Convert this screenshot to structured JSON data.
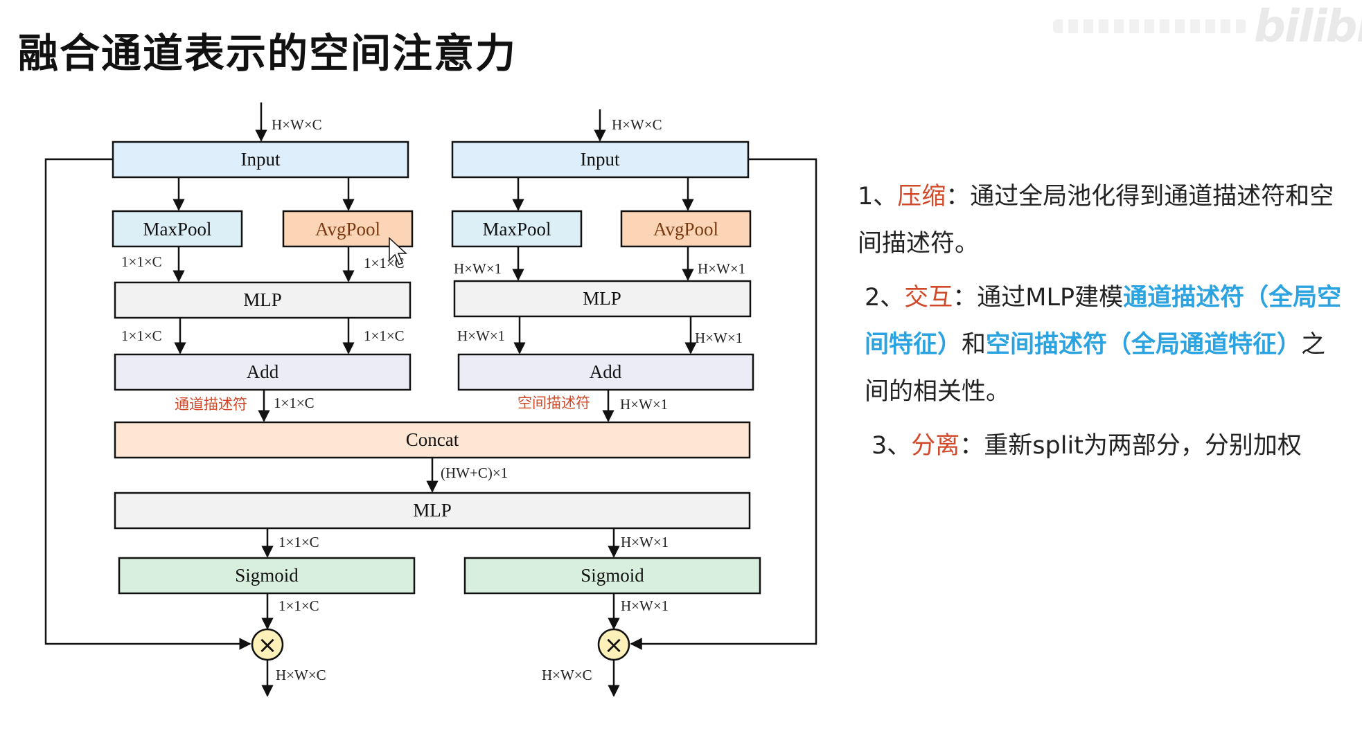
{
  "title": "融合通道表示的空间注意力",
  "watermark": "bilibili",
  "diagram": {
    "input_dim": "H×W×C",
    "input": "Input",
    "maxpool": "MaxPool",
    "avgpool": "AvgPool",
    "mlp": "MLP",
    "add": "Add",
    "concat": "Concat",
    "sigmoid": "Sigmoid",
    "dim_c": "1×1×C",
    "dim_s": "H×W×1",
    "dim_concat": "(HW+C)×1",
    "out_dim": "H×W×C",
    "channel_desc": "通道描述符",
    "spatial_desc": "空间描述符",
    "multiply_symbol": "×"
  },
  "colors": {
    "input": "#deeefb",
    "maxpool": "#dceff7",
    "avgpool": "#fbd5b5",
    "mlp": "#f2f2f2",
    "add": "#ececf6",
    "concat": "#fde6d4",
    "sigmoid": "#d8efde",
    "multiply": "#fdf0b8",
    "keyword": "#d04a2a",
    "highlight": "#2aa3e0"
  },
  "notes": {
    "item1": {
      "prefix": "1、",
      "keyword": "压缩",
      "text": "：通过全局池化得到通道描述符和空间描述符。"
    },
    "item2": {
      "prefix": "2、",
      "keyword": "交互",
      "text_a": "：通过MLP建模",
      "hl1": "通道描述符（全局空间特征）",
      "text_b": "和",
      "hl2": "空间描述符（全局通道特征）",
      "text_c": "之间的相关性。"
    },
    "item3": {
      "prefix": "3、",
      "keyword": "分离",
      "text": "：重新split为两部分，分别加权"
    }
  }
}
